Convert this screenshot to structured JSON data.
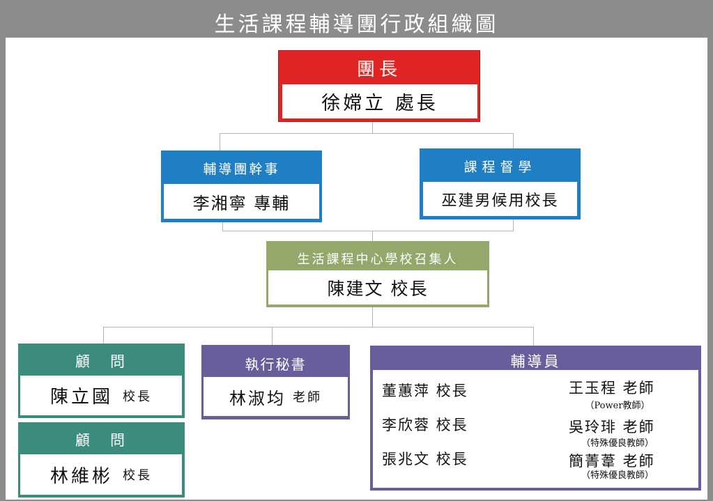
{
  "title": "生活課程輔導團行政組織圖",
  "leader": {
    "role": "團長",
    "name": "徐嫦立 處長"
  },
  "officer": {
    "role": "輔導團幹事",
    "name": "李湘寧 專輔"
  },
  "supervisor": {
    "role": "課程督學",
    "name": "巫建男候用校長"
  },
  "convener": {
    "role": "生活課程中心學校召集人",
    "name": "陳建文 校長"
  },
  "advisor1": {
    "role": "顧　問",
    "name": "陳立國",
    "title": "校長"
  },
  "advisor2": {
    "role": "顧　問",
    "name": "林維彬",
    "title": "校長"
  },
  "secretary": {
    "role": "執行秘書",
    "name": "林淑均",
    "title": "老師"
  },
  "counselors": {
    "role": "輔導員",
    "left": [
      "董蕙萍 校長",
      "李欣蓉 校長",
      "張兆文 校長"
    ],
    "right": [
      {
        "name": "王玉程 老師",
        "note": "（Power教師）"
      },
      {
        "name": "吳玲琲 老師",
        "note": "（特殊優良教師）"
      },
      {
        "name": "簡菁葦 老師",
        "note": "（特殊優良教師）"
      }
    ]
  },
  "colors": {
    "frame": "#8c8c8c",
    "red": "#e02424",
    "blue": "#1f7fc4",
    "olive": "#93a86a",
    "teal": "#3b8c7c",
    "purple": "#6a5d9b",
    "line": "#b5b5b5"
  }
}
